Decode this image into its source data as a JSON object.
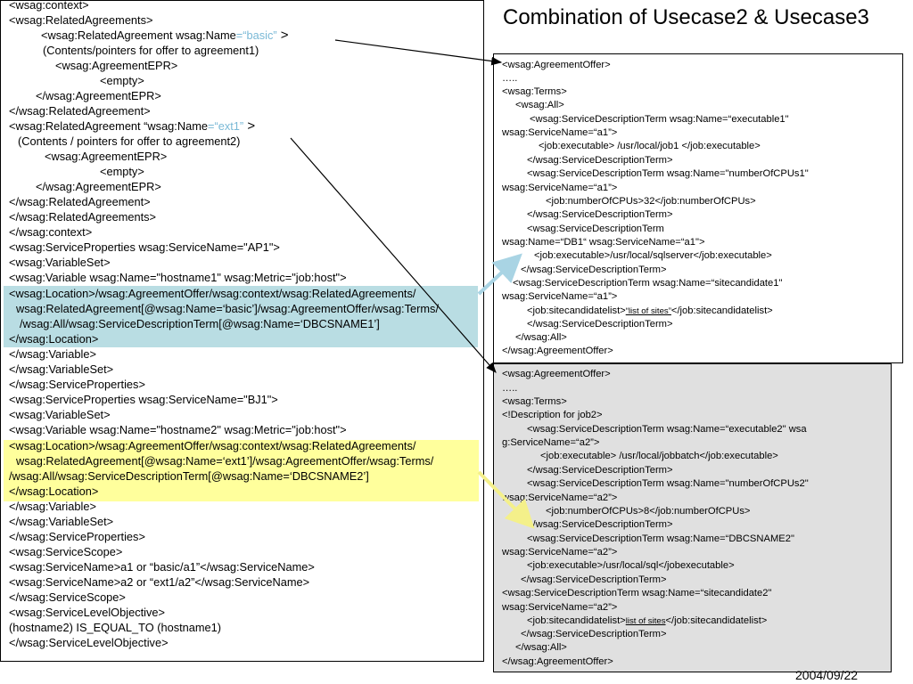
{
  "title": "Combination of Usecase2 & Usecase3",
  "date": "2004/09/22",
  "left_lines": [
    {
      "text": "<wsag:context>"
    },
    {
      "text": "<wsag:RelatedAgreements>"
    },
    {
      "text": "<wsag:RelatedAgreement wsag:Name",
      "accent": "=“basic”",
      "tail": " >"
    },
    {
      "text": "(Contents/pointers for offer to agreement1)"
    },
    {
      "text": "<wsag:AgreementEPR>"
    },
    {
      "text": "<empty>"
    },
    {
      "text": "</wsag:AgreementEPR>"
    },
    {
      "text": "</wsag:RelatedAgreement>"
    },
    {
      "text": "<wsag:RelatedAgreement “wsag:Name",
      "accent": "=“ext1”",
      "tail": " >"
    },
    {
      "text": "(Contents / pointers for offer to agreement2)"
    },
    {
      "text": "<wsag:AgreementEPR>"
    },
    {
      "text": "<empty>"
    },
    {
      "text": "</wsag:AgreementEPR>"
    },
    {
      "text": "</wsag:RelatedAgreement>"
    },
    {
      "text": "</wsag:RelatedAgreements>"
    },
    {
      "text": "</wsag:context>"
    },
    {
      "text": "<wsag:ServiceProperties wsag:ServiceName=\"AP1\">"
    },
    {
      "text": "<wsag:VariableSet>"
    },
    {
      "text": "<wsag:Variable wsag:Name=\"hostname1\" wsag:Metric=\"job:host\">"
    },
    {
      "text": "<wsag:Location>/wsag:AgreementOffer/wsag:context/wsag:RelatedAgreements/"
    },
    {
      "text": "wsag:RelatedAgreement[@wsag:Name=‘basic’]/wsag:AgreementOffer/wsag:Terms/"
    },
    {
      "text": "/wsag:All/wsag:ServiceDescriptionTerm[@wsag:Name=‘DBCSNAME1’]"
    },
    {
      "text": "</wsag:Location>"
    },
    {
      "text": "</wsag:Variable>"
    },
    {
      "text": "</wsag:VariableSet>"
    },
    {
      "text": "</wsag:ServiceProperties>"
    },
    {
      "text": "<wsag:ServiceProperties wsag:ServiceName=\"BJ1\">"
    },
    {
      "text": "<wsag:VariableSet>"
    },
    {
      "text": "<wsag:Variable wsag:Name=\"hostname2\" wsag:Metric=\"job:host\">"
    },
    {
      "text": "<wsag:Location>/wsag:AgreementOffer/wsag:context/wsag:RelatedAgreements/"
    },
    {
      "text": "wsag:RelatedAgreement[@wsag:Name=‘ext1’]/wsag:AgreementOffer/wsag:Terms/"
    },
    {
      "text": "/wsag:All/wsag:ServiceDescriptionTerm[@wsag:Name=‘DBCSNAME2’]"
    },
    {
      "text": "</wsag:Location>"
    },
    {
      "text": "</wsag:Variable>"
    },
    {
      "text": "</wsag:VariableSet>"
    },
    {
      "text": "</wsag:ServiceProperties>"
    },
    {
      "text": "<wsag:ServiceScope>"
    },
    {
      "text": "<wsag:ServiceName>a1 or “basic/a1”</wsag:ServiceName>"
    },
    {
      "text": "<wsag:ServiceName>a2 or “ext1/a2”</wsag:ServiceName>"
    },
    {
      "text": "</wsag:ServiceScope>"
    },
    {
      "text": "<wsag:ServiceLevelObjective>"
    },
    {
      "text": "(hostname2) IS_EQUAL_TO (hostname1)"
    },
    {
      "text": "</wsag:ServiceLevelObjective>"
    }
  ],
  "offer_a_lines": [
    {
      "text": "<wsag:AgreementOffer>"
    },
    {
      "text": "….."
    },
    {
      "text": "<wsag:Terms>"
    },
    {
      "text": "<wsag:All>"
    },
    {
      "text": "<wsag:ServiceDescriptionTerm wsag:Name=“executable1\""
    },
    {
      "text": "wsag:ServiceName=“a1”>"
    },
    {
      "text": "<job:executable> /usr/local/job1 </job:executable>"
    },
    {
      "text": "</wsag:ServiceDescriptionTerm>"
    },
    {
      "text": "<wsag:ServiceDescriptionTerm wsag:Name=\"numberOfCPUs1\""
    },
    {
      "text": "wsag:ServiceName=“a1”>"
    },
    {
      "text": "<job:numberOfCPUs>32</job:numberOfCPUs>"
    },
    {
      "text": "</wsag:ServiceDescriptionTerm>"
    },
    {
      "text": "<wsag:ServiceDescriptionTerm"
    },
    {
      "text": "wsag:Name=“DB1“ wsag:ServiceName=“a1\">"
    },
    {
      "text": "<job:executable>/usr/local/sqlserver</job:executable>"
    },
    {
      "text": "</wsag:ServiceDescriptionTerm>"
    },
    {
      "text": "<wsag:ServiceDescriptionTerm wsag:Name=“sitecandidate1\""
    },
    {
      "text": "wsag:ServiceName=“a1”>"
    },
    {
      "text": "<job:sitecandidatelist>",
      "link": "“list of sites”",
      "tail": "</job:sitecandidatelist>"
    },
    {
      "text": "</wsag:ServiceDescriptionTerm>"
    },
    {
      "text": "</wsag:All>"
    },
    {
      "text": "</wsag:AgreementOffer>"
    }
  ],
  "offer_b_lines": [
    {
      "text": "<wsag:AgreementOffer>"
    },
    {
      "text": "….."
    },
    {
      "text": "<wsag:Terms>"
    },
    {
      "text": "<!Description for job2>"
    },
    {
      "text": "<wsag:ServiceDescriptionTerm wsag:Name=“executable2\" wsa"
    },
    {
      "text": "g:ServiceName=“a2”>"
    },
    {
      "text": "<job:executable> /usr/local/jobbatch</job:executable>"
    },
    {
      "text": "</wsag:ServiceDescriptionTerm>"
    },
    {
      "text": "<wsag:ServiceDescriptionTerm wsag:Name=\"numberOfCPUs2\""
    },
    {
      "text": "wsag:ServiceName=“a2”>"
    },
    {
      "text": "<job:numberOfCPUs>8</job:numberOfCPUs>"
    },
    {
      "text": "</wsag:ServiceDescriptionTerm>"
    },
    {
      "text": "<wsag:ServiceDescriptionTerm wsag:Name=“DBCSNAME2\""
    },
    {
      "text": "wsag:ServiceName=“a2”>"
    },
    {
      "text": "<job:executable>/usr/local/sql</jobexecutable>"
    },
    {
      "text": "</wsag:ServiceDescriptionTerm>"
    },
    {
      "text": "<wsag:ServiceDescriptionTerm wsag:Name=“sitecandidate2\""
    },
    {
      "text": "wsag:ServiceName=“a2”>"
    },
    {
      "text": "<job:sitecandidatelist>",
      "link": "list of sites",
      "tail": "</job:sitecandidatelist>"
    },
    {
      "text": "</wsag:ServiceDescriptionTerm>"
    },
    {
      "text": "</wsag:All>"
    },
    {
      "text": "</wsag:AgreementOffer>"
    }
  ],
  "colors": {
    "blue_highlight": "#b9dde3",
    "yellow_highlight": "#ffff9c",
    "attribute_accent": "#7ab9d6",
    "offer_b_fill": "#e0e0e0"
  }
}
